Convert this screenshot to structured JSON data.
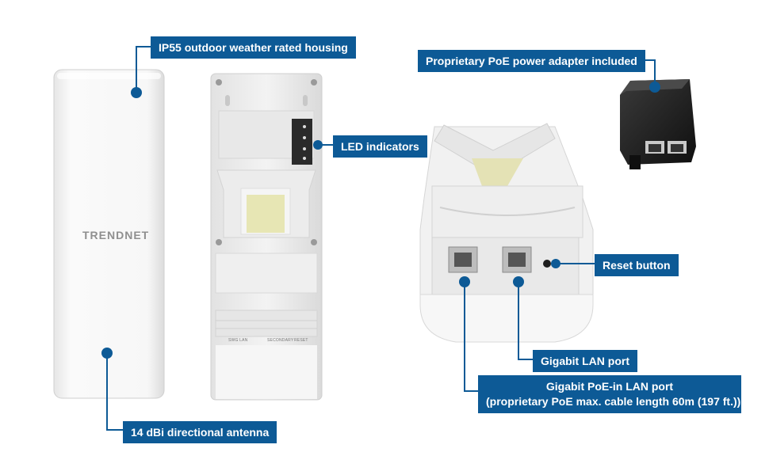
{
  "callouts": {
    "housing": "IP55 outdoor weather rated housing",
    "antenna": "14 dBi directional antenna",
    "led": "LED indicators",
    "poe_adapter": "Proprietary PoE power adapter included",
    "reset": "Reset button",
    "gigabit_lan": "Gigabit LAN port",
    "poe_in_line1": "Gigabit PoE-in LAN port",
    "poe_in_line2": "(proprietary PoE max. cable length 60m (197 ft.))"
  },
  "device": {
    "brand": "TRENDNET",
    "rear_labels": [
      "SWG LAN",
      "SECONDARY",
      "RESET"
    ]
  },
  "colors": {
    "callout_bg": "#0d5a96",
    "line": "#0d5a96",
    "device_white": "#f4f4f4",
    "adapter_black": "#1b1b1b"
  }
}
